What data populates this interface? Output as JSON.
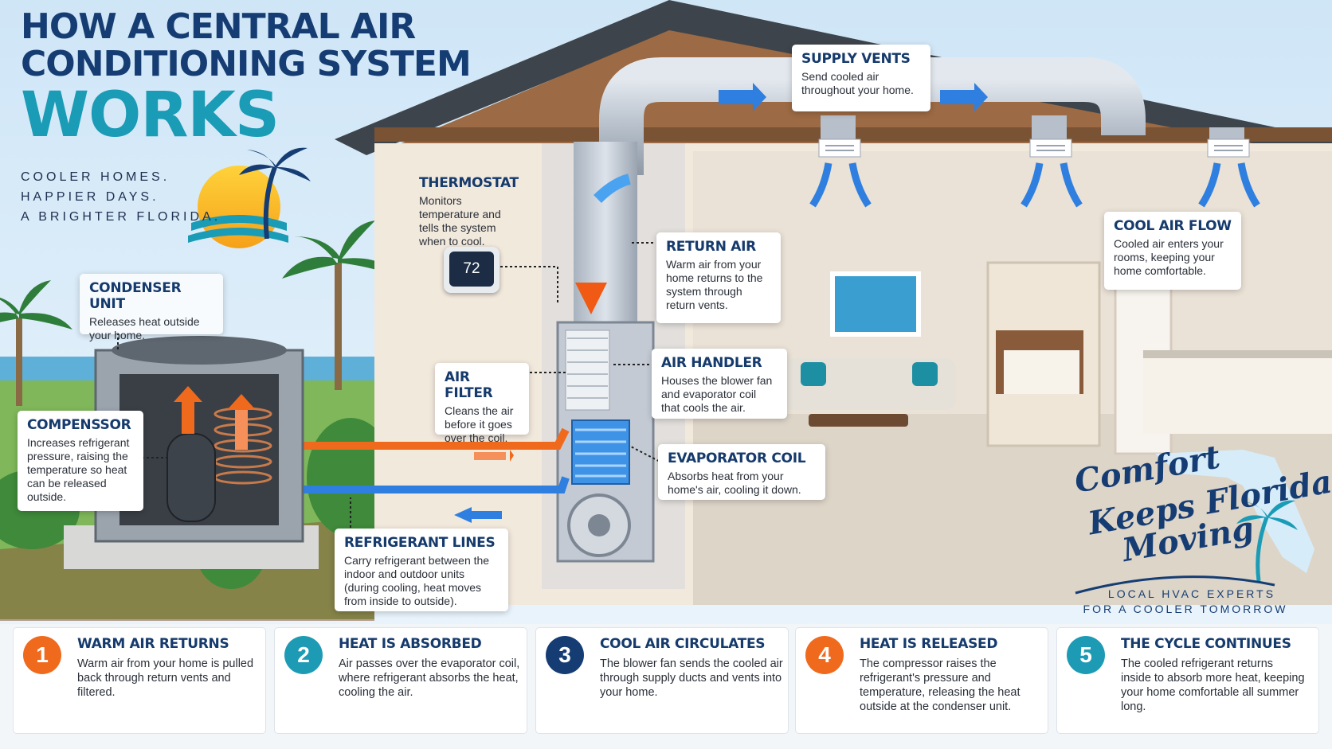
{
  "title": {
    "line1": "HOW A CENTRAL AIR",
    "line2": "CONDITIONING SYSTEM",
    "line3": "WORKS"
  },
  "tagline": [
    "COOLER HOMES.",
    "HAPPIER DAYS.",
    "A BRIGHTER FLORIDA."
  ],
  "thermostat_display": "72",
  "callouts": {
    "supply_vents": {
      "title": "SUPPLY VENTS",
      "text": "Send cooled air throughout your home."
    },
    "thermostat": {
      "title": "THERMOSTAT",
      "text": "Monitors temperature and tells the system when to cool."
    },
    "return_air": {
      "title": "RETURN AIR",
      "text": "Warm air from your home returns to the system through return vents."
    },
    "cool_air_flow": {
      "title": "COOL AIR FLOW",
      "text": "Cooled air enters your rooms, keeping your home comfortable."
    },
    "condenser_unit": {
      "title": "CONDENSER UNIT",
      "text": "Releases heat outside your home."
    },
    "air_filter": {
      "title": "AIR FILTER",
      "text": "Cleans the air before it goes over the coil."
    },
    "air_handler": {
      "title": "AIR HANDLER",
      "text": "Houses the blower fan and evaporator coil that cools the air."
    },
    "compensor": {
      "title": "COMPENSSOR",
      "text": "Increases refrigerant pressure, raising the temperature so heat can be released outside."
    },
    "evaporator_coil": {
      "title": "EVAPORATOR COIL",
      "text": "Absorbs heat from your home's air, cooling it down."
    },
    "refrigerant_lines": {
      "title": "REFRIGERANT LINES",
      "text": "Carry refrigerant between the indoor and outdoor units (during cooling, heat moves from inside to outside)."
    }
  },
  "brand": {
    "script1": "Comfort",
    "script2": "Keeps Florida",
    "script3": "Moving",
    "sub1": "LOCAL HVAC EXPERTS",
    "sub2": "FOR A COOLER TOMORROW"
  },
  "steps": [
    {
      "num": "1",
      "title": "WARM AIR RETURNS",
      "text": "Warm air from your home is pulled back through return vents and filtered.",
      "color": "#f06a1e"
    },
    {
      "num": "2",
      "title": "HEAT IS ABSORBED",
      "text": "Air passes over the evaporator coil, where refrigerant absorbs the heat, cooling the air.",
      "color": "#1d9bb5"
    },
    {
      "num": "3",
      "title": "COOL AIR CIRCULATES",
      "text": "The blower fan sends the cooled air through supply ducts and vents into your home.",
      "color": "#163d73"
    },
    {
      "num": "4",
      "title": "HEAT IS RELEASED",
      "text": "The compressor raises the refrigerant's pressure and temperature, releasing the heat outside at the condenser unit.",
      "color": "#f06a1e"
    },
    {
      "num": "5",
      "title": "THE CYCLE CONTINUES",
      "text": "The cooled refrigerant returns inside to absorb more heat, keeping your home comfortable all summer long.",
      "color": "#1d9bb5"
    }
  ],
  "colors": {
    "navy": "#163d73",
    "teal": "#1a9bb6",
    "warm": "#f06a1e",
    "cool": "#2f7fe0"
  }
}
